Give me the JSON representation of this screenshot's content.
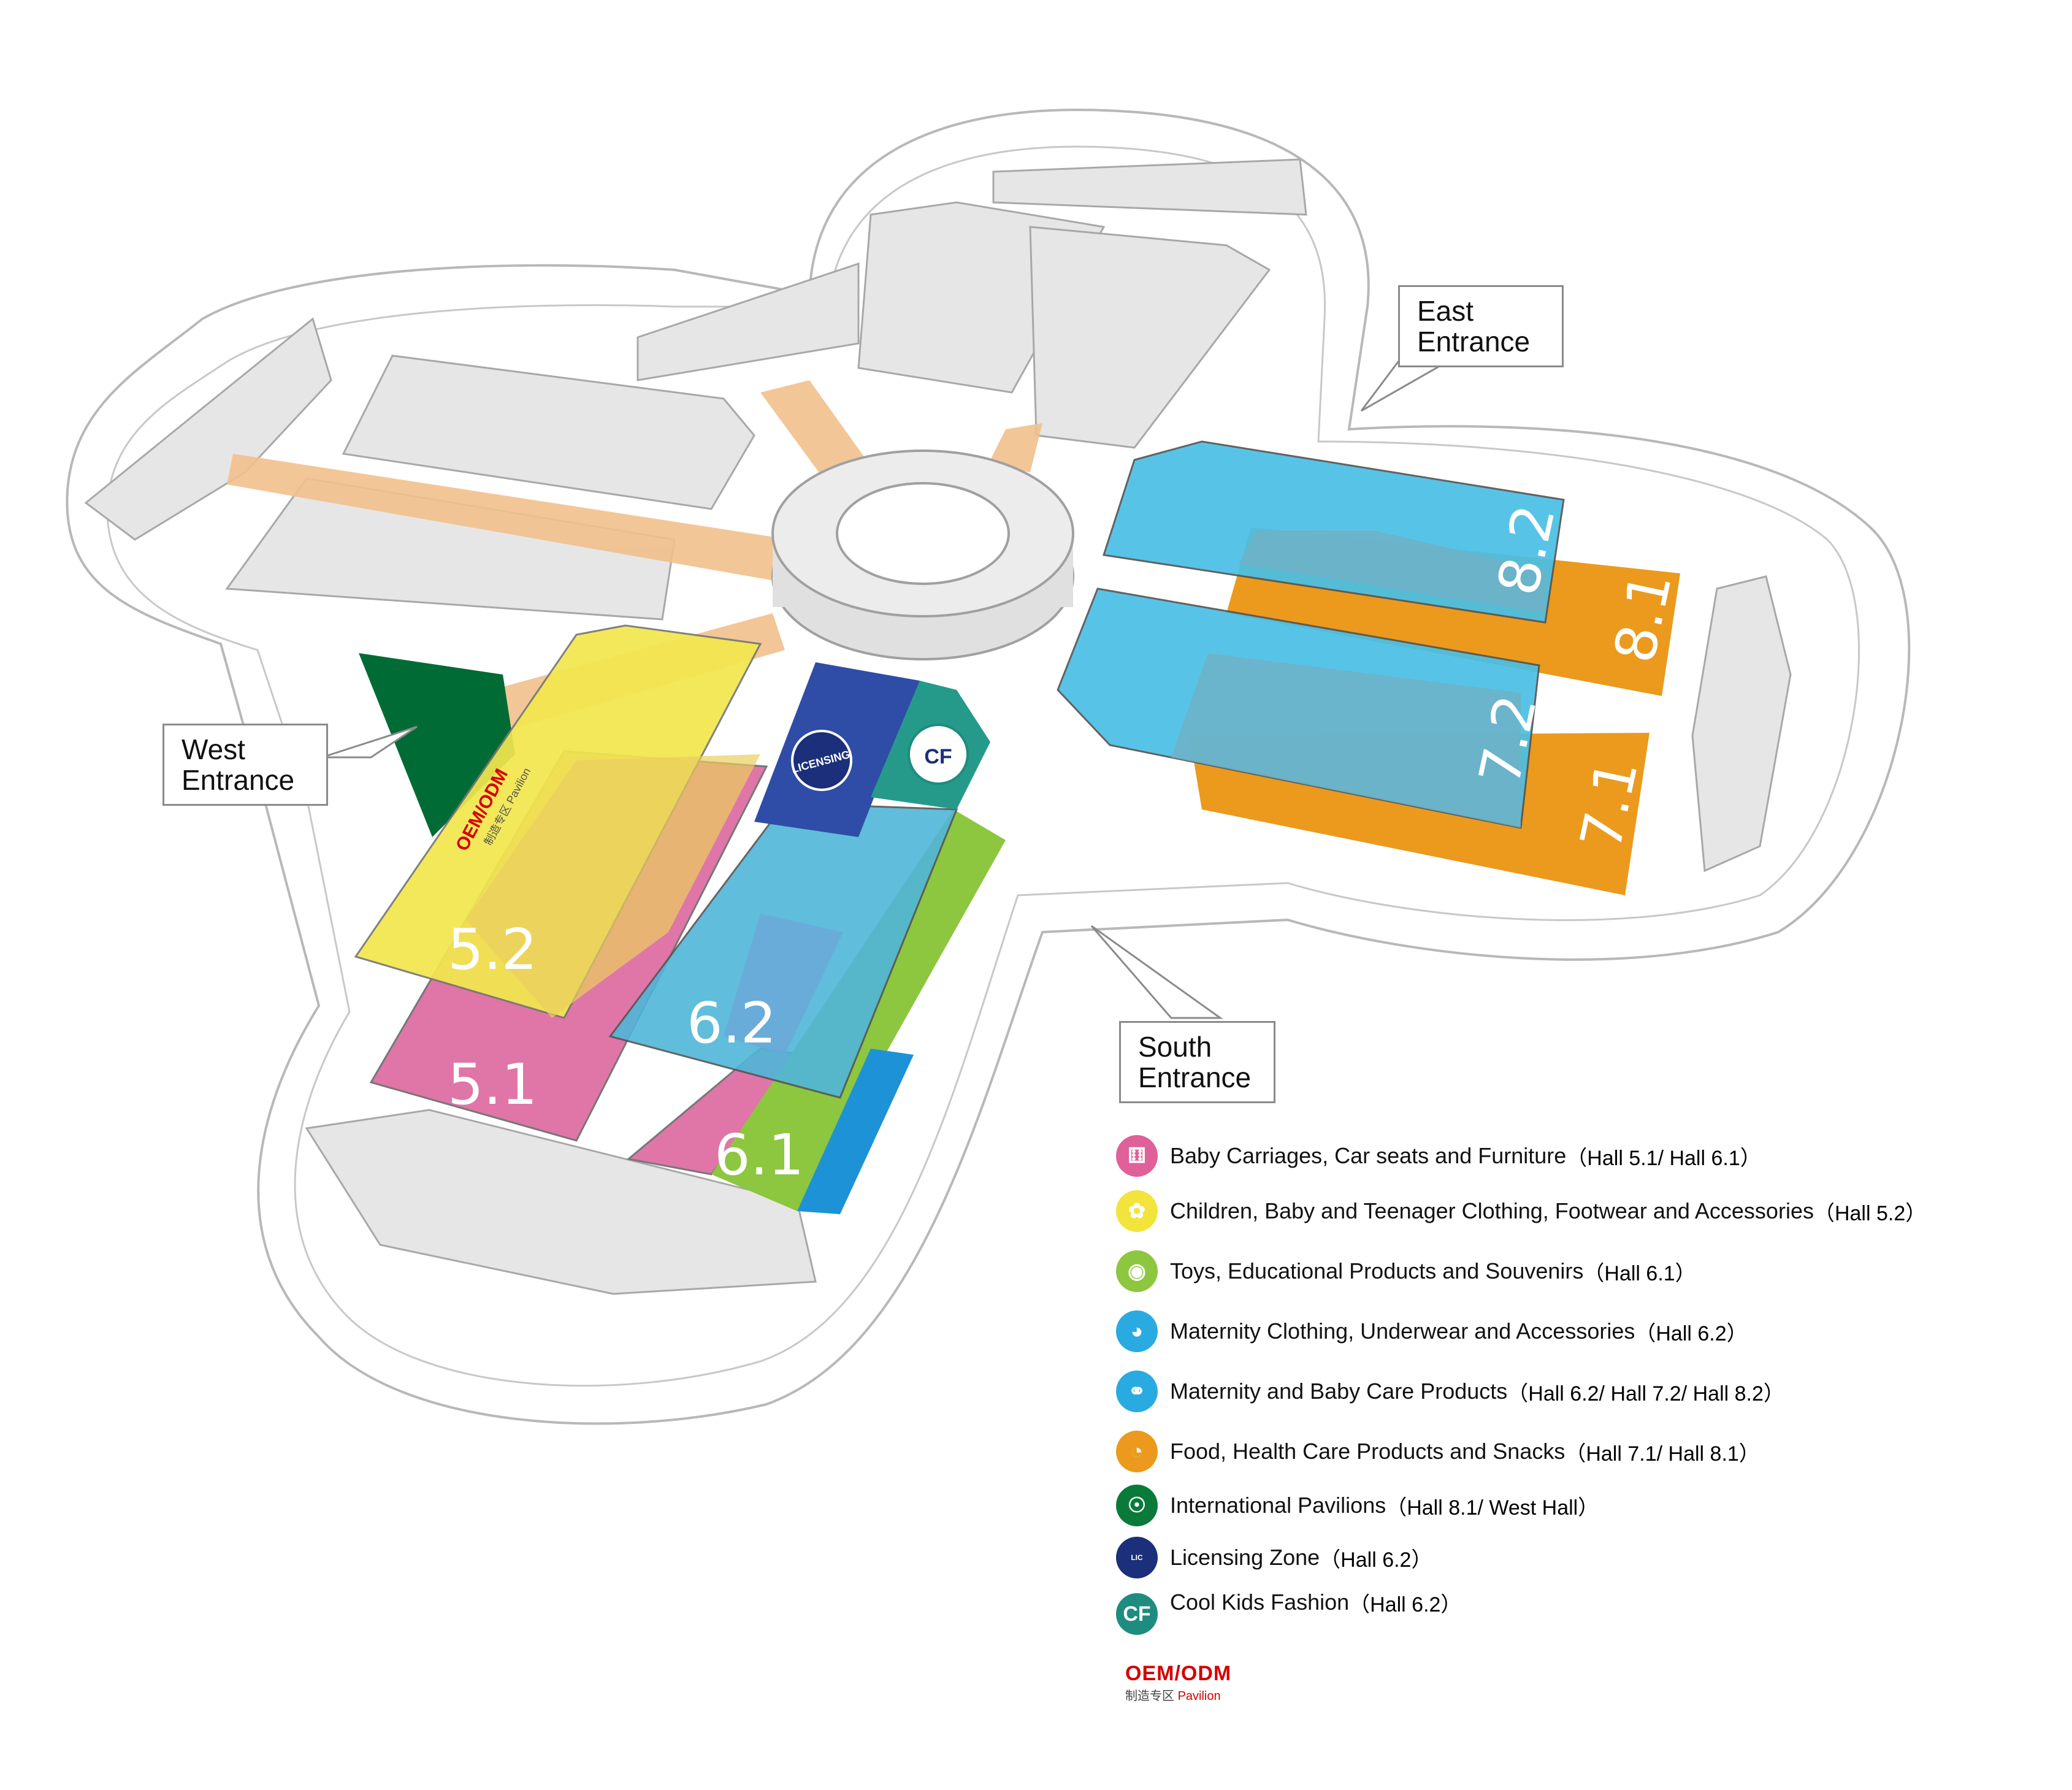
{
  "entrances": {
    "east": "East\nEntrance",
    "west": "West\nEntrance",
    "south": "South\nEntrance"
  },
  "halls": {
    "h51": "5.1",
    "h52": "5.2",
    "h61": "6.1",
    "h62": "6.2",
    "h71": "7.1",
    "h72": "7.2",
    "h81": "8.1",
    "h82": "8.2"
  },
  "zone_logos": {
    "licensing": "LICENSING",
    "cool_kids": "CF",
    "oem": "OEM/ODM",
    "oem_sub": "制造专区 Pavilion"
  },
  "legend": [
    {
      "icon": "stroller-icon",
      "color": "#e0609a",
      "label": "Baby Carriages, Car seats and Furniture",
      "halls": "（Hall 5.1/ Hall 6.1）"
    },
    {
      "icon": "clothing-icon",
      "color": "#f2e43a",
      "label": " Children, Baby and Teenager Clothing, Footwear and Accessories",
      "halls": "（Hall 5.2）"
    },
    {
      "icon": "teddy-bear-icon",
      "color": "#8dc63f",
      "label": "Toys, Educational Products and Souvenirs",
      "halls": "（Hall 6.1）"
    },
    {
      "icon": "underwear-icon",
      "color": "#29abe2",
      "label": "Maternity Clothing, Underwear and Accessories",
      "halls": "（Hall 6.2）"
    },
    {
      "icon": "pacifier-icon",
      "color": "#29abe2",
      "label": "Maternity and Baby Care Products",
      "halls": "（Hall 6.2/ Hall 7.2/ Hall 8.2）"
    },
    {
      "icon": "food-bowl-icon",
      "color": "#eb9a1e",
      "label": "Food, Health Care Products and Snacks",
      "halls": "（Hall 7.1/ Hall 8.1）"
    },
    {
      "icon": "globe-icon",
      "color": "#0a7a3b",
      "label": "International Pavilions",
      "halls": "（Hall 8.1/ West Hall）"
    },
    {
      "icon": "licensing-icon",
      "color": "#1b2f7a",
      "label": "Licensing Zone",
      "halls": "（Hall 6.2）"
    },
    {
      "icon": "cool-kids-fashion-icon",
      "color": "#1e8c7e",
      "label": "Cool Kids Fashion",
      "halls": "（Hall 6.2）"
    }
  ],
  "oem_legend": {
    "title": "OEM/ODM",
    "cn": "制造专区",
    "pavilion": "Pavilion"
  }
}
